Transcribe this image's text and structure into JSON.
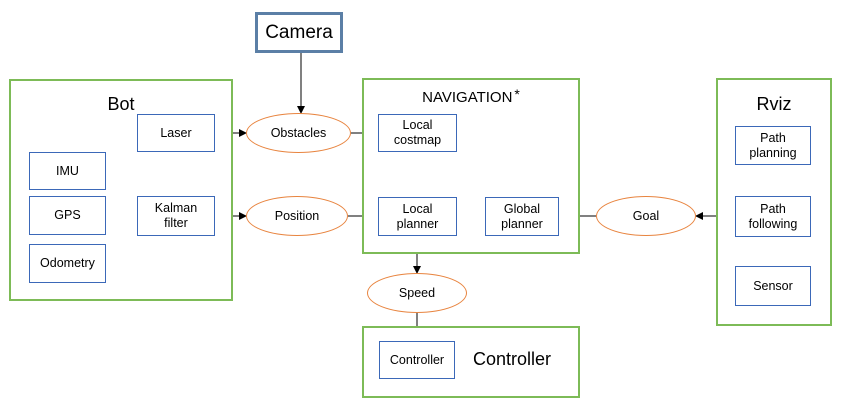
{
  "colors": {
    "group_border": "#7dbb57",
    "node_border": "#3b68b8",
    "ellipse_border": "#e8843f",
    "camera_border": "#5b7fa6"
  },
  "camera": "Camera",
  "bot": {
    "title": "Bot",
    "laser": "Laser",
    "imu": "IMU",
    "gps": "GPS",
    "odometry": "Odometry",
    "kalman": "Kalman\nfilter"
  },
  "signals": {
    "obstacles": "Obstacles",
    "position": "Position",
    "goal": "Goal",
    "speed": "Speed"
  },
  "navigation": {
    "title": "NAVIGATION",
    "marker": "*",
    "local_costmap": "Local\ncostmap",
    "local_planner": "Local\nplanner",
    "global_planner": "Global\nplanner"
  },
  "rviz": {
    "title": "Rviz",
    "path_planning": "Path\nplanning",
    "path_following": "Path\nfollowing",
    "sensor": "Sensor"
  },
  "controller": {
    "title": "Controller",
    "node": "Controller"
  }
}
